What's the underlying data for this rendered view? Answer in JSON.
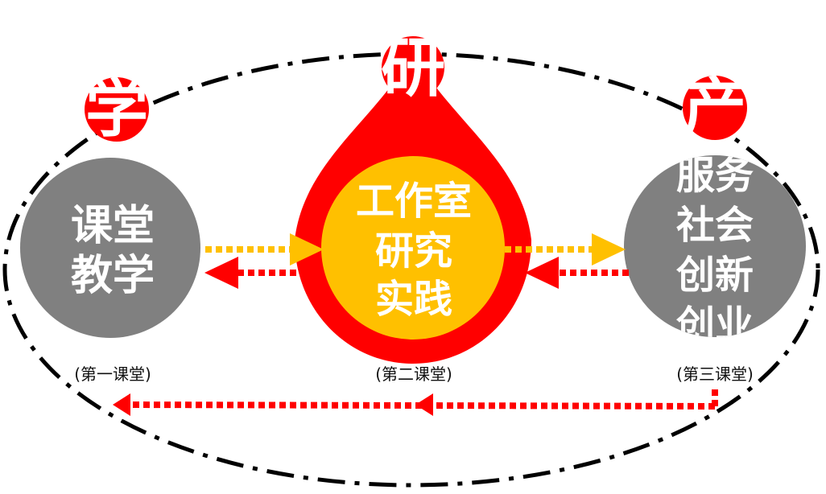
{
  "colors": {
    "red": "#ff0000",
    "gold": "#ffc000",
    "gray": "#808080",
    "black": "#000000",
    "white": "#ffffff"
  },
  "badges": {
    "xue": "学",
    "yan": "研",
    "chan": "产"
  },
  "nodes": {
    "classroom": {
      "lines": [
        "课堂",
        "教学"
      ],
      "caption": "(第一课堂)"
    },
    "studio": {
      "lines": [
        "工作室",
        "研究",
        "实践"
      ],
      "caption": "(第二课堂)"
    },
    "service": {
      "lines": [
        "服务",
        "社会",
        "创新",
        "创业"
      ],
      "caption": "(第三课堂)"
    }
  }
}
